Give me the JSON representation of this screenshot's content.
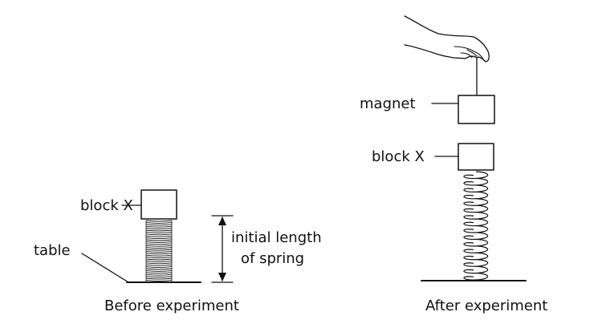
{
  "left_panel": {
    "block_label": "block X",
    "table_label": "table",
    "length_label_line1": "initial length",
    "length_label_line2": "of spring",
    "caption": "Before experiment"
  },
  "right_panel": {
    "magnet_label": "magnet",
    "block_label": "block X",
    "caption": "After experiment"
  },
  "colors": {
    "ink": "#111111",
    "background": "#ffffff"
  },
  "icons": {
    "hand": "hand-icon"
  }
}
